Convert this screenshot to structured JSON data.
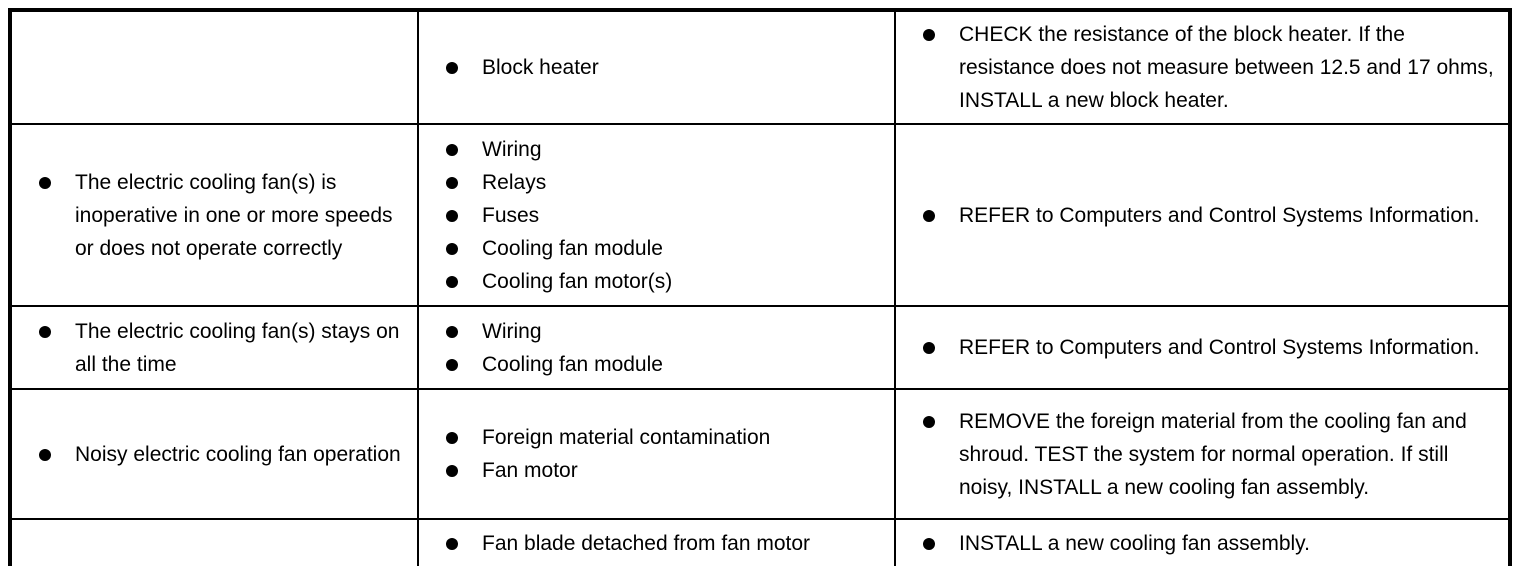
{
  "document": {
    "kind": "symptom-diagnosis-table",
    "colors": {
      "text": "#000000",
      "background": "#ffffff",
      "border": "#000000"
    },
    "rows": [
      {
        "symptom": [],
        "causes": [
          "Block heater"
        ],
        "actions": [
          "CHECK the resistance of the block heater. If the resistance does not measure between 12.5 and 17 ohms, INSTALL a new block heater."
        ]
      },
      {
        "symptom": [
          "The electric cooling fan(s) is inoperative in one or more speeds or does not operate correctly"
        ],
        "causes": [
          "Wiring",
          "Relays",
          "Fuses",
          "Cooling fan module",
          "Cooling fan motor(s)"
        ],
        "actions": [
          "REFER to Computers and Control Systems Information."
        ]
      },
      {
        "symptom": [
          "The electric cooling fan(s) stays on all the time"
        ],
        "causes": [
          "Wiring",
          "Cooling fan module"
        ],
        "actions": [
          "REFER to Computers and Control Systems Information."
        ]
      },
      {
        "symptom": [
          "Noisy electric cooling fan operation"
        ],
        "causes": [
          "Foreign material contamination",
          "Fan motor"
        ],
        "actions": [
          "REMOVE the foreign material from the cooling fan and shroud. TEST the system for normal operation. If still noisy, INSTALL a new cooling fan assembly."
        ]
      },
      {
        "symptom": [],
        "causes": [
          "Fan blade detached from fan motor"
        ],
        "actions": [
          "INSTALL a new cooling fan assembly."
        ]
      }
    ]
  }
}
